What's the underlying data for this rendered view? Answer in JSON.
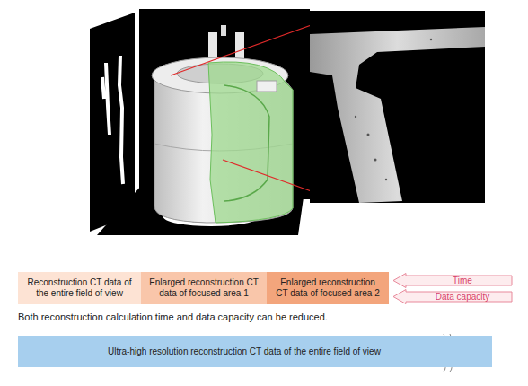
{
  "diagram": {
    "nodes": [
      {
        "text": [
          "Reconstruction CT data of the entire field of view"
        ]
      },
      {
        "text": [
          "Enlarged reconstruction CT data of focused area 1"
        ]
      },
      {
        "text": [
          "Enlarged reconstruction CT data of focused area 2"
        ]
      },
      {
        "text": [
          "Time"
        ]
      },
      {
        "text": [
          "Data capacity"
        ]
      },
      {
        "text": [
          "Ultra-high resolution reconstruction CT data of the entire field of view"
        ]
      }
    ],
    "labels": [
      "Both reconstruction calculation time and data capacity can be reduced."
    ]
  }
}
